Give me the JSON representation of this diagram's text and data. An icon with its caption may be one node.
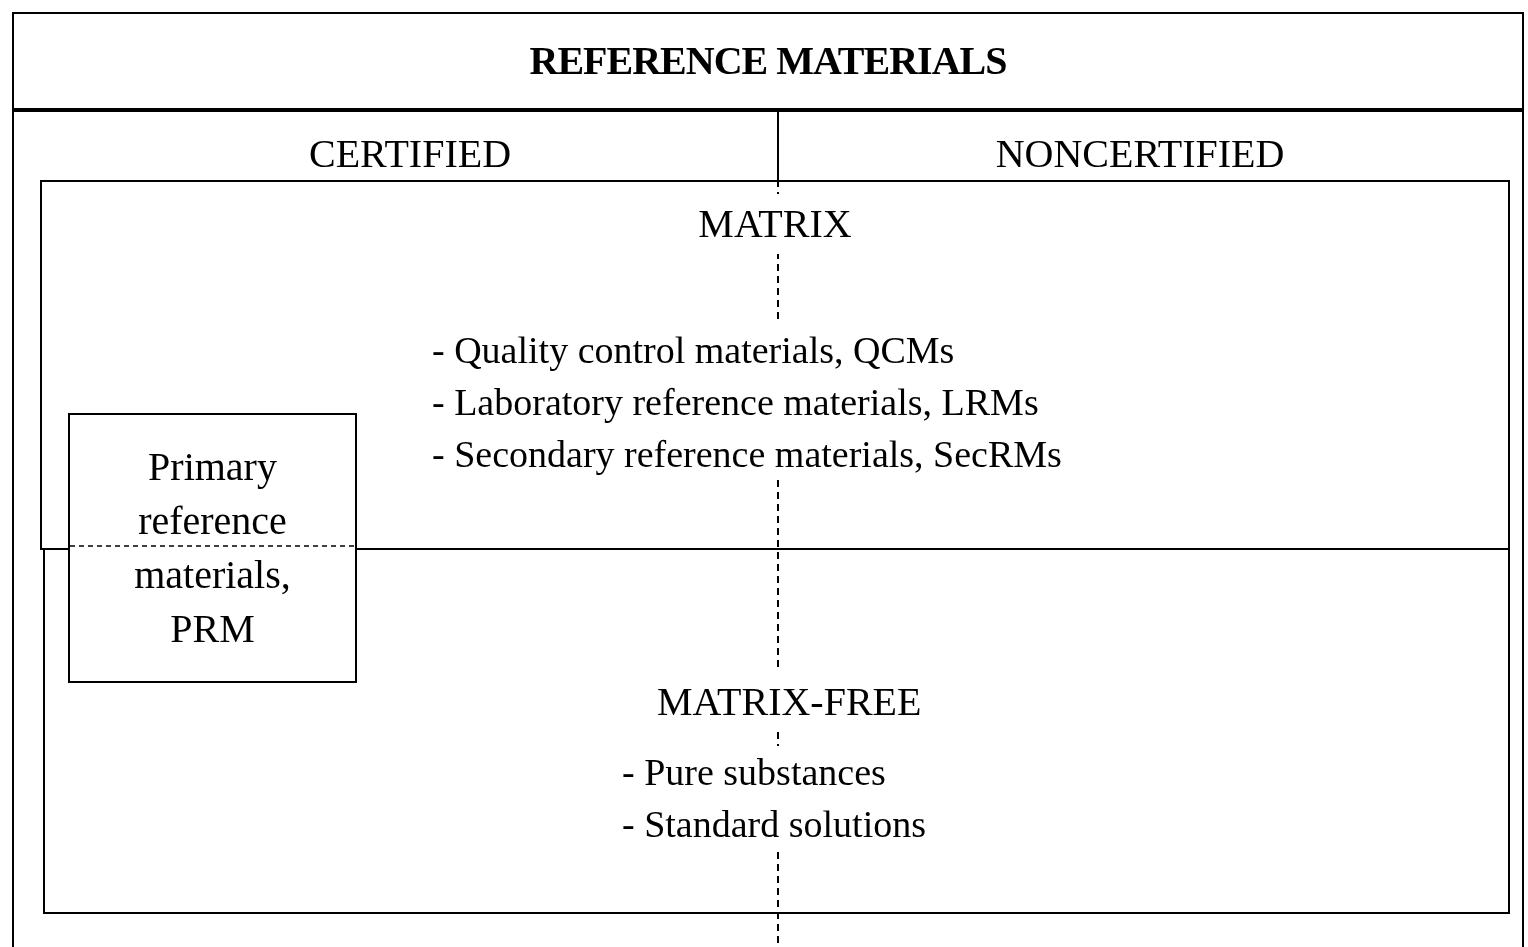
{
  "diagram": {
    "nodes": [
      {
        "text": [
          "REFERENCE MATERIALS"
        ]
      },
      {
        "text": [
          "MATRIX",
          "- Quality control materials, QCMs",
          "- Laboratory reference materials, LRMs",
          "- Secondary reference materials, SecRMs"
        ],
        "in": 0
      },
      {
        "text": [
          "MATRIX-FREE",
          "- Pure substances",
          "- Standard solutions"
        ],
        "in": 0
      },
      {
        "text": [
          "Primary reference materials, PRM"
        ],
        "in": 0
      }
    ],
    "edges": [],
    "labels": [
      "CERTIFIED",
      "NONCERTIFIED"
    ]
  }
}
